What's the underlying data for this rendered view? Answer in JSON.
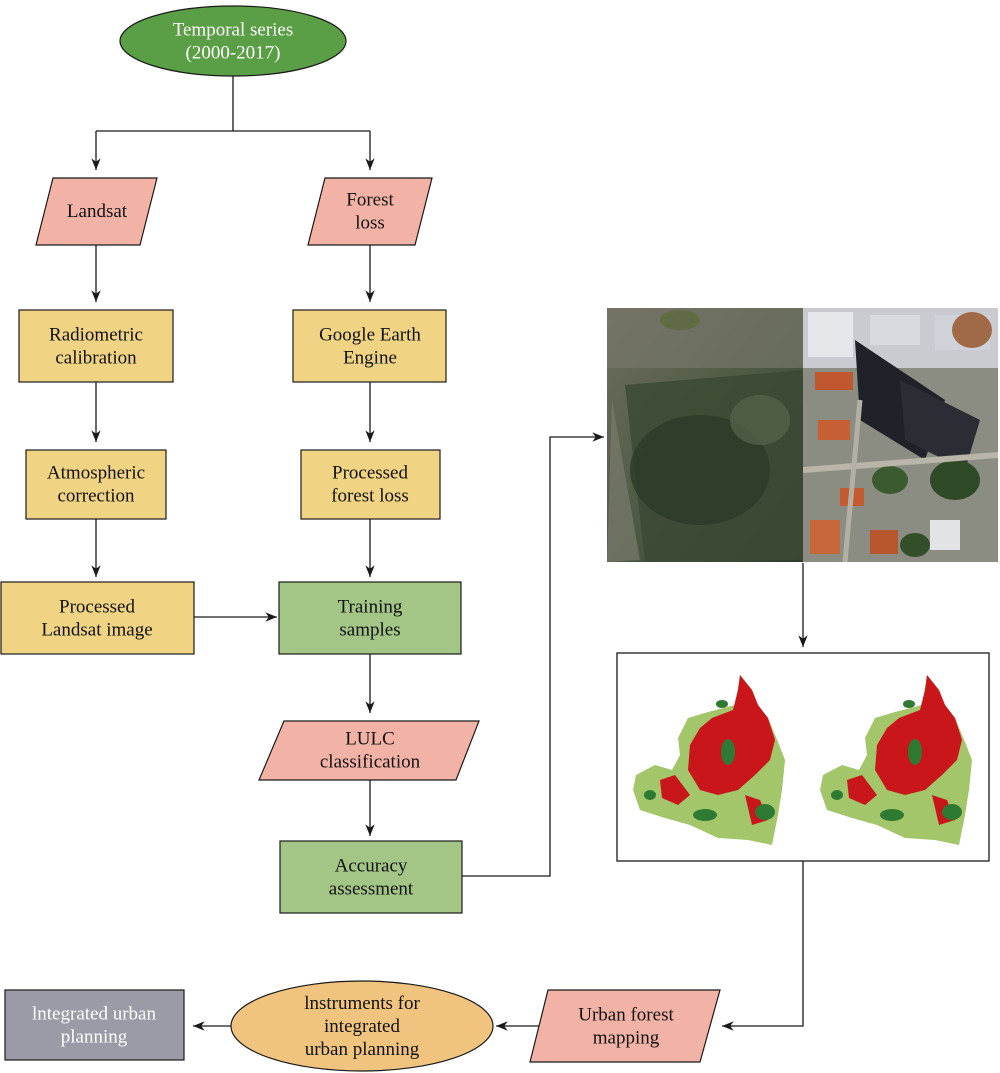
{
  "colors": {
    "green_ellipse": "#5a9e45",
    "pink_parallelogram": "#f2b3a6",
    "yellow_process": "#f0d483",
    "green_process": "#a3c585",
    "orange_ellipse": "#f0c37e",
    "gray_box": "#9b9ba8",
    "stroke": "#1a1a1a",
    "map_red": "#c8161b",
    "map_light_green": "#a3c66b",
    "map_dark_green": "#2f7a32"
  },
  "nodes": {
    "temporal_series": {
      "lines": [
        "Temporal series",
        "(2000-2017)"
      ]
    },
    "landsat": {
      "lines": [
        "Landsat"
      ]
    },
    "forest_loss": {
      "lines": [
        "Forest",
        "loss"
      ]
    },
    "radiometric": {
      "lines": [
        "Radiometric",
        "calibration"
      ]
    },
    "gee": {
      "lines": [
        "Google Earth",
        "Engine"
      ]
    },
    "atmospheric": {
      "lines": [
        "Atmospheric",
        "correction"
      ]
    },
    "processed_forest_loss": {
      "lines": [
        "Processed",
        "forest loss"
      ]
    },
    "processed_landsat": {
      "lines": [
        "Processed",
        "Landsat image"
      ]
    },
    "training": {
      "lines": [
        "Training",
        "samples"
      ]
    },
    "lulc": {
      "lines": [
        "LULC",
        "classification"
      ]
    },
    "accuracy": {
      "lines": [
        "Accuracy",
        "assessment"
      ]
    },
    "urban_forest_mapping": {
      "lines": [
        "Urban forest",
        "mapping"
      ]
    },
    "instruments": {
      "lines": [
        "lnstruments for",
        "integrated",
        "urban planning"
      ]
    },
    "integrated": {
      "lines": [
        "lntegrated urban",
        "planning"
      ]
    }
  },
  "images": {
    "satellite_panel": {
      "icon": "satellite-image-icon"
    },
    "classification_maps": {
      "icon": "classification-map-icon"
    }
  }
}
